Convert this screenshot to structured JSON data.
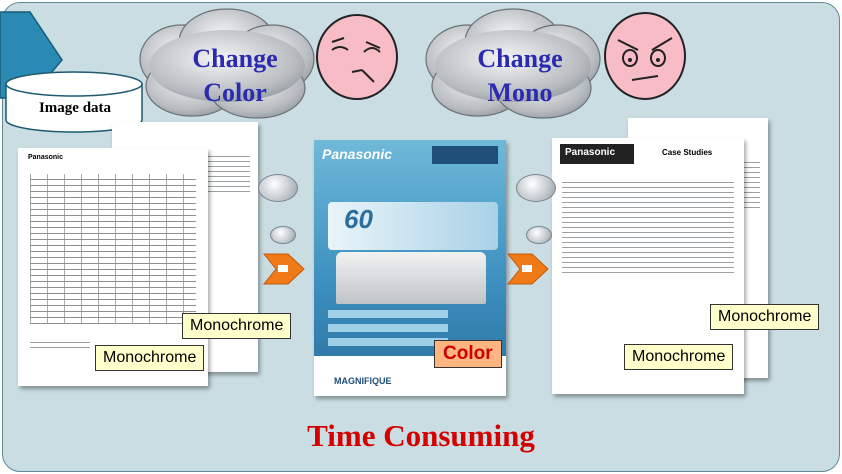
{
  "source": {
    "label": "Image data"
  },
  "clouds": [
    {
      "line1": "Change",
      "line2": "Color"
    },
    {
      "line1": "Change",
      "line2": "Mono"
    }
  ],
  "pages": {
    "left": {
      "label_back": "Monochrome",
      "label_front": "Monochrome",
      "heading": "Panasonic"
    },
    "center": {
      "label": "Color",
      "brand": "Panasonic",
      "speed": "60",
      "footer": "MAGNIFIQUE"
    },
    "right": {
      "label_back": "Monochrome",
      "label_front": "Monochrome",
      "brand": "Panasonic",
      "header_right": "Case Studies"
    }
  },
  "footer": {
    "title": "Time Consuming"
  },
  "colors": {
    "panel": "#c9dde3",
    "accent_red": "#d40000",
    "cloud_text": "#2b2bb0",
    "arrow": "#f07a18",
    "face": "#f7bcc6"
  }
}
